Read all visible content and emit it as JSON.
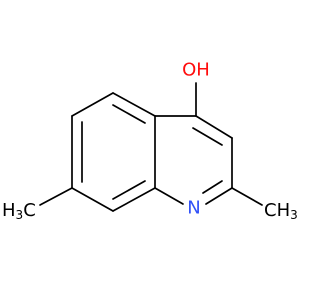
{
  "molecule": {
    "atoms": {
      "hydroxyl": {
        "label": "OH",
        "color": "#ff0d0d"
      },
      "nitrogen": {
        "label": "N",
        "color": "#3050f8"
      },
      "methyl_left": {
        "label_main": "H",
        "label_sub": "3",
        "label_tail": "C",
        "color": "#000000"
      },
      "methyl_right": {
        "label_main": "CH",
        "label_sub": "3",
        "color": "#000000"
      }
    }
  }
}
